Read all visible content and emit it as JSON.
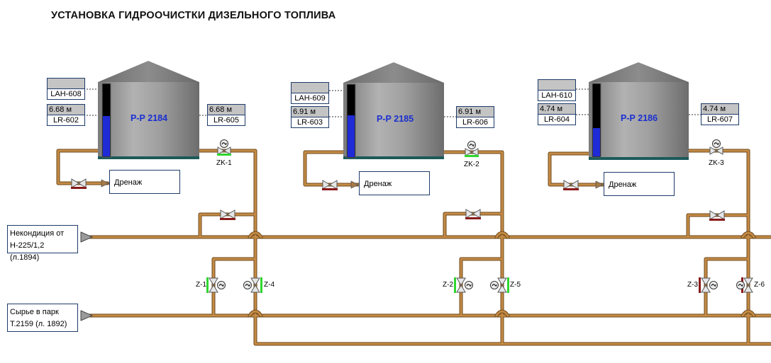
{
  "title": "УСТАНОВКА ГИДРООЧИСТКИ ДИЗЕЛЬНОГО ТОПЛИВА",
  "colors": {
    "pipe": "#c48a45",
    "pipe_edge": "#6e4a1c",
    "tank": "#8f8f8f",
    "level_fill": "#1f2bd6",
    "valve_open": "#2fd62f",
    "valve_closed": "#8a1a1a",
    "tag_border": "#1d3a6a"
  },
  "tanks": [
    {
      "name": "Р-Р 2184",
      "level_fraction": 0.57,
      "lah": {
        "value": "",
        "tag": "LAH-608"
      },
      "lr_left": {
        "value": "6.68 м",
        "tag": "LR-602"
      },
      "lr_right": {
        "value": "6.68 м",
        "tag": "LR-605"
      },
      "drain_label": "Дренаж"
    },
    {
      "name": "Р-Р 2185",
      "level_fraction": 0.59,
      "lah": {
        "value": "",
        "tag": "LAH-609"
      },
      "lr_left": {
        "value": "6.91 м",
        "tag": "LR-603"
      },
      "lr_right": {
        "value": "6.91 м",
        "tag": "LR-606"
      },
      "drain_label": "Дренаж"
    },
    {
      "name": "Р-Р 2186",
      "level_fraction": 0.4,
      "lah": {
        "value": "",
        "tag": "LAH-610"
      },
      "lr_left": {
        "value": "4.74 м",
        "tag": "LR-604"
      },
      "lr_right": {
        "value": "4.74 м",
        "tag": "LR-607"
      },
      "drain_label": "Дренаж"
    }
  ],
  "sources": {
    "nonspec": "Некондиция от Н-225/1,2 (л.1894)",
    "feed": "Сырье в парк Т.2159 (л. 1892)"
  },
  "valves": {
    "zk1": {
      "label": "ZK-1",
      "state": "open"
    },
    "zk2": {
      "label": "ZK-2",
      "state": "open"
    },
    "zk3": {
      "label": "ZK-3",
      "state": "unknown"
    },
    "z1": {
      "label": "Z-1",
      "state": "open"
    },
    "z4": {
      "label": "Z-4",
      "state": "open"
    },
    "z2": {
      "label": "Z-2",
      "state": "open"
    },
    "z5": {
      "label": "Z-5",
      "state": "open"
    },
    "z3": {
      "label": "Z-3",
      "state": "closed"
    },
    "z6": {
      "label": "Z-6",
      "state": "closed"
    }
  }
}
